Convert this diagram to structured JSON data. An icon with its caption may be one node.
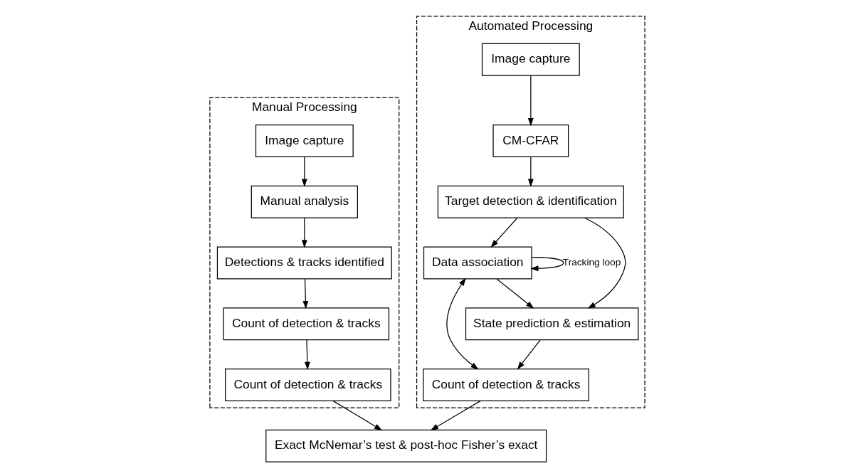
{
  "diagram": {
    "nodes": [
      {
        "text": [
          "Manual Processing"
        ]
      },
      {
        "text": [
          "Image capture"
        ],
        "in": 0
      },
      {
        "text": [
          "Manual analysis"
        ],
        "in": 0
      },
      {
        "text": [
          "Detections & tracks identified"
        ],
        "in": 0
      },
      {
        "text": [
          "Count of detection & tracks"
        ],
        "in": 0
      },
      {
        "text": [
          "Count of detection & tracks"
        ],
        "in": 0
      },
      {
        "text": [
          "Automated Processing"
        ]
      },
      {
        "text": [
          "Image capture"
        ],
        "in": 6
      },
      {
        "text": [
          "CM-CFAR"
        ],
        "in": 6
      },
      {
        "text": [
          "Target detection & identification"
        ],
        "in": 6
      },
      {
        "text": [
          "Data association"
        ],
        "in": 6
      },
      {
        "text": [
          "State prediction & estimation"
        ],
        "in": 6
      },
      {
        "text": [
          "Count of detection & tracks"
        ],
        "in": 6
      },
      {
        "text": [
          "Exact McNemar’s test & post-hoc Fisher’s exact"
        ]
      }
    ],
    "edges": [
      {
        "from": 1,
        "to": 2,
        "arrow": "to"
      },
      {
        "from": 2,
        "to": 3,
        "arrow": "to"
      },
      {
        "from": 3,
        "to": 4,
        "arrow": "to"
      },
      {
        "from": 4,
        "to": 5,
        "arrow": "to"
      },
      {
        "from": 7,
        "to": 8,
        "arrow": "to"
      },
      {
        "from": 8,
        "to": 9,
        "arrow": "to"
      },
      {
        "from": 9,
        "to": 10,
        "arrow": "to"
      },
      {
        "from": 10,
        "to": 10,
        "arrow": "to",
        "label": "Tracking loop"
      },
      {
        "from": 10,
        "to": 11,
        "arrow": "to"
      },
      {
        "from": 9,
        "to": 11,
        "arrow": "to"
      },
      {
        "from": 11,
        "to": 12,
        "arrow": "to"
      },
      {
        "from": 10,
        "to": 12,
        "arrow": "both"
      },
      {
        "from": 5,
        "to": 13,
        "arrow": "to"
      },
      {
        "from": 12,
        "to": 13,
        "arrow": "to"
      }
    ]
  }
}
